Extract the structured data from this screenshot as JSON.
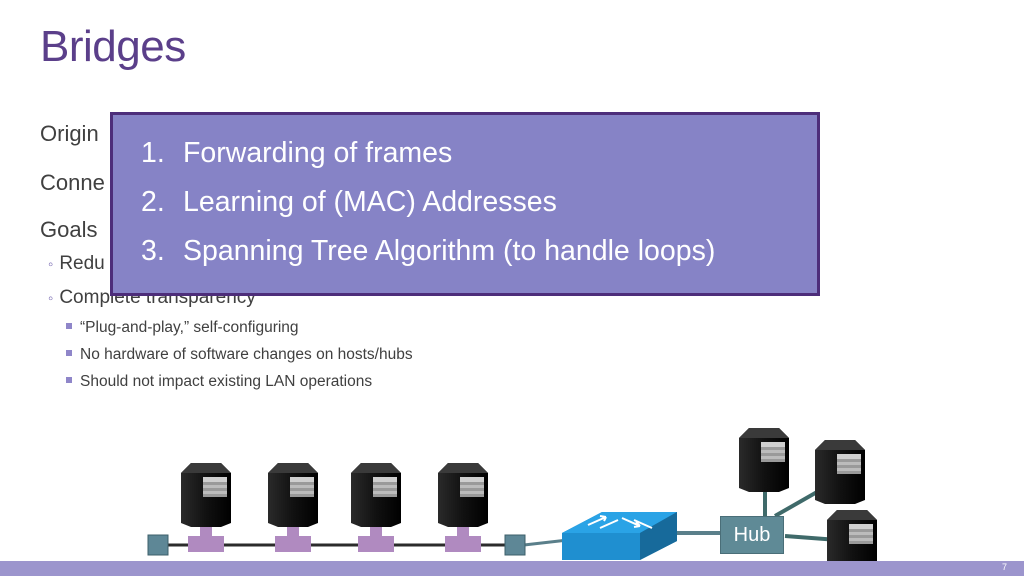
{
  "slide": {
    "title": "Bridges",
    "bullets_l1": [
      "Origin",
      "Conne",
      "Goals"
    ],
    "bullets_l2": [
      "Redu",
      "Complete transparency"
    ],
    "bullets_l3": [
      "“Plug-and-play,” self-configuring",
      "No hardware of software changes on hosts/hubs",
      "Should not impact existing LAN operations"
    ],
    "overlay_items": [
      {
        "num": "1.",
        "text": "Forwarding of frames"
      },
      {
        "num": "2.",
        "text": "Learning of (MAC) Addresses"
      },
      {
        "num": "3.",
        "text": "Spanning Tree Algorithm (to handle loops)"
      }
    ],
    "page_number": "7"
  },
  "diagram": {
    "hub_label": "Hub",
    "icons": [
      "server-tower-icon",
      "switch-icon",
      "lan-connector-icon"
    ]
  },
  "colors": {
    "title": "#5b3f8a",
    "overlay_bg": "#8683c6",
    "overlay_border": "#4d2d7a",
    "footer_bar": "#9c95cd",
    "hub_box": "#5f8a96",
    "switch_blue": "#1f8fd0",
    "lan_connector": "#b08ac0"
  }
}
